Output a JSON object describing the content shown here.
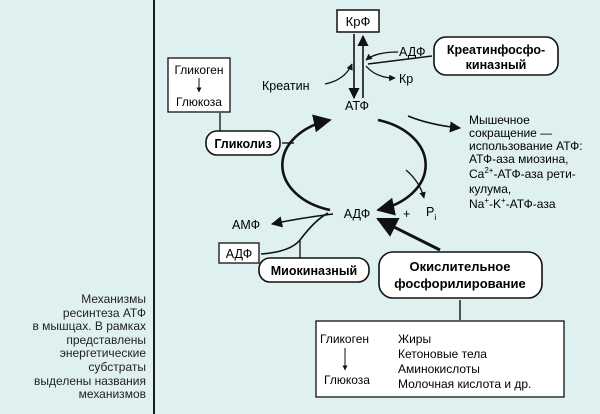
{
  "colors": {
    "background": "#dff0f0",
    "box_fill": "#ffffff",
    "stroke": "#111111",
    "divider": "#1b1b1b"
  },
  "caption": {
    "lines": [
      "Механизмы",
      "ресинтеза АТФ",
      "в мышцах. В рамках",
      "представлены",
      "энергетические",
      "субстраты",
      "выделены названия",
      "механизмов"
    ]
  },
  "nodes": {
    "krf": "КрФ",
    "atf": "АТФ",
    "adf": "АДФ",
    "adf_top": "АДФ",
    "adf_left": "АДФ",
    "amf": "АМФ",
    "kreatin": "Креатин",
    "kr": "Кр",
    "plus": "+",
    "p": "P",
    "p_sub": "i"
  },
  "enzymes": {
    "creatine_kinase_l1": "Креатинфосфо-",
    "creatine_kinase_l2": "киназный",
    "glycolysis": "Гликолиз",
    "myokinase": "Миокиназный",
    "oxidative_l1": "Окислительное",
    "oxidative_l2": "фосфорилирование"
  },
  "glycogen_box": {
    "top": "Гликоген",
    "bottom": "Глюкоза"
  },
  "muscle_contraction": {
    "l1": "Мышечное",
    "l2": "сокращение —",
    "l3": "использование АТФ:",
    "l4": "АТФ-аза миозина,",
    "l5_pre": "Ca",
    "l5_sup": "2+",
    "l5_post": "-АТФ-аза рети-",
    "l6": "кулума,",
    "l7_a": "Na",
    "l7_sup1": "+",
    "l7_b": "-K",
    "l7_sup2": "+",
    "l7_c": "-АТФ-аза"
  },
  "substrates": {
    "left_top": "Гликоген",
    "left_bottom": "Глюкоза",
    "items": [
      "Жиры",
      "Кетоновые тела",
      "Аминокислоты",
      "Молочная кислота и др."
    ]
  }
}
